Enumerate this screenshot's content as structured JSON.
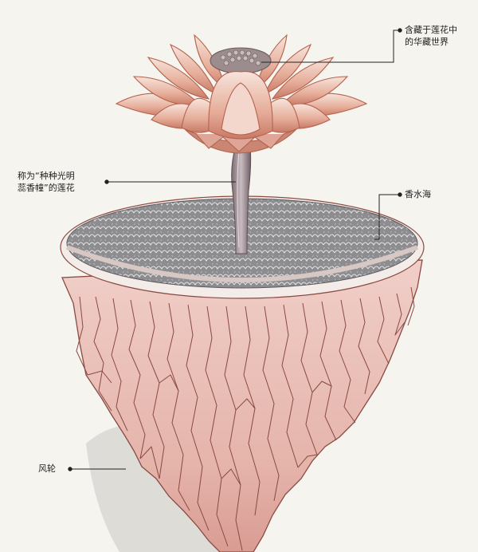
{
  "labels": {
    "world_in_lotus": [
      "含藏于莲花中",
      "的华藏世界"
    ],
    "lotus_name": [
      "称为“种种光明",
      "蕊香幢”的莲花"
    ],
    "fragrant_sea": "香水海",
    "wind_wheel": "风轮"
  },
  "colors": {
    "background": "#f6f4ee",
    "petal": "#e9b8a6",
    "petal_edge": "#b5634e",
    "sea": "#8c8c8e",
    "rock": "#e7b9b1",
    "rock_line": "#8a4a42",
    "leader_line": "#222222"
  }
}
